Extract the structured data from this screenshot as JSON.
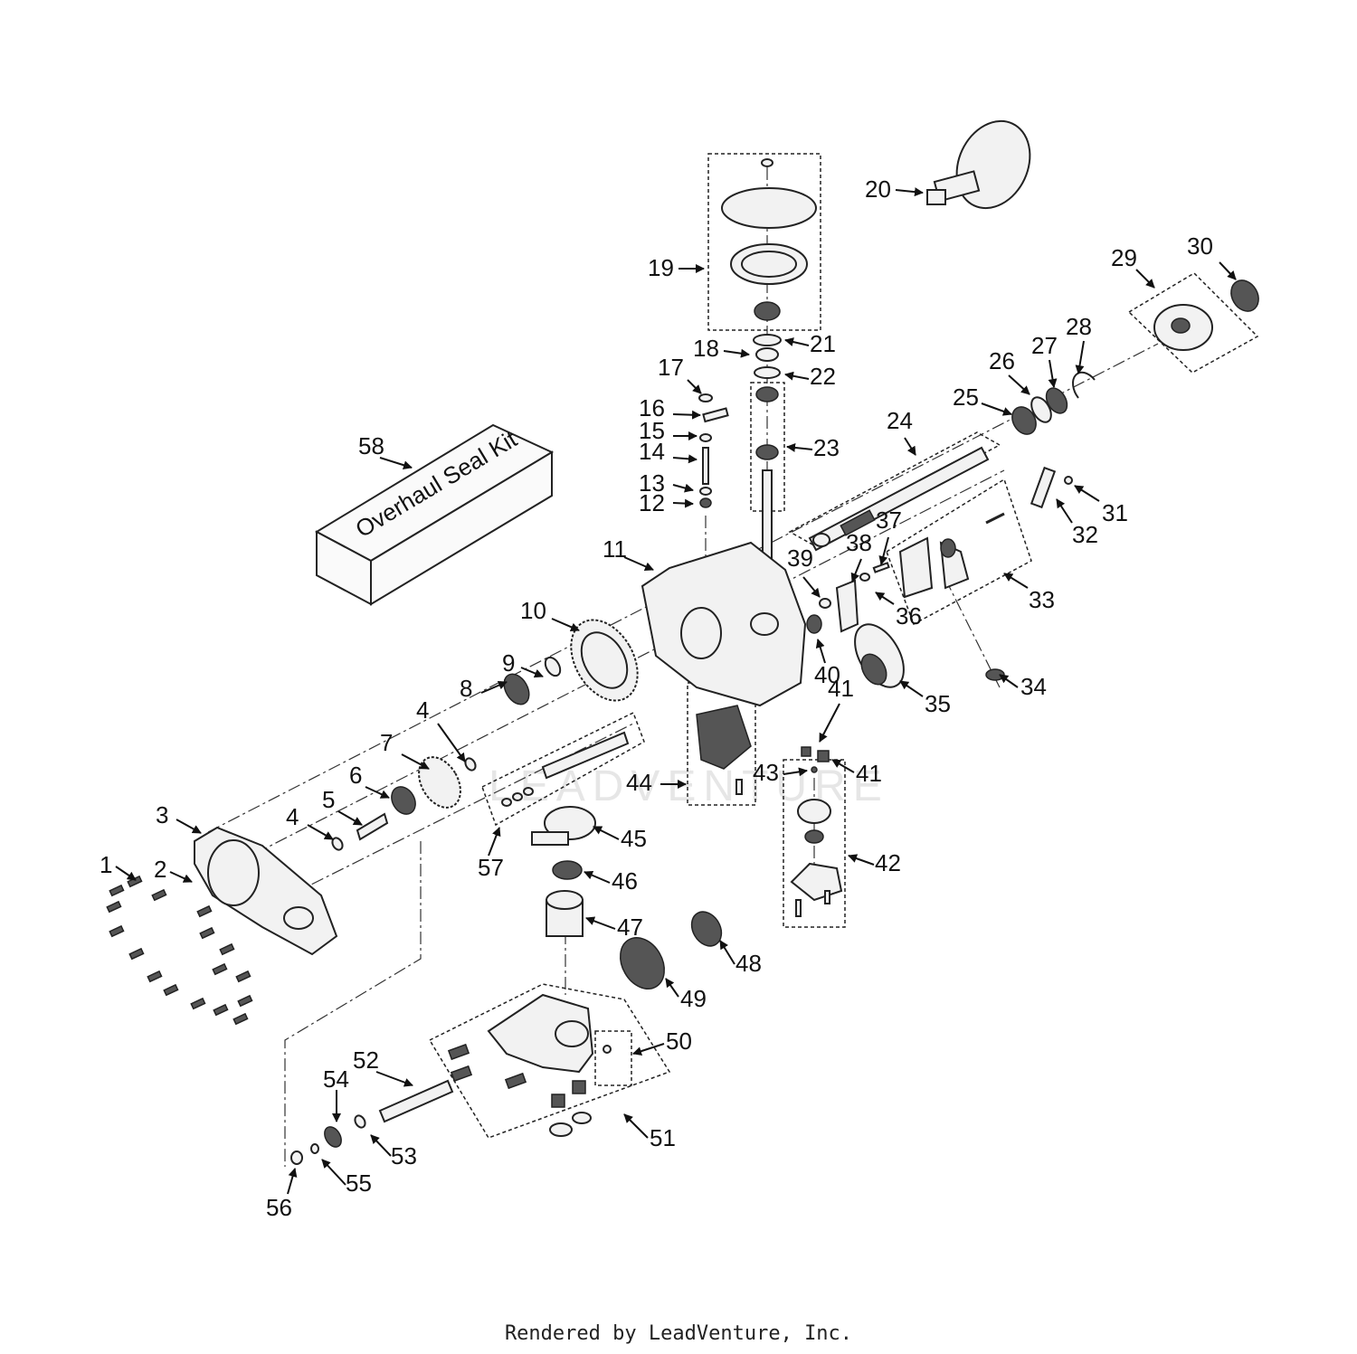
{
  "kit_label": "Overhaul Seal Kit",
  "watermark": "LEADVENTURE",
  "footer": "Rendered by LeadVenture, Inc.",
  "callouts": [
    "1",
    "2",
    "3",
    "4",
    "4",
    "5",
    "6",
    "7",
    "8",
    "9",
    "10",
    "11",
    "12",
    "13",
    "14",
    "15",
    "16",
    "17",
    "18",
    "19",
    "20",
    "21",
    "22",
    "23",
    "24",
    "25",
    "26",
    "27",
    "28",
    "29",
    "30",
    "31",
    "32",
    "33",
    "34",
    "35",
    "36",
    "37",
    "38",
    "39",
    "40",
    "41",
    "41",
    "42",
    "43",
    "44",
    "45",
    "46",
    "47",
    "48",
    "49",
    "50",
    "51",
    "52",
    "53",
    "54",
    "55",
    "56",
    "57",
    "58"
  ]
}
